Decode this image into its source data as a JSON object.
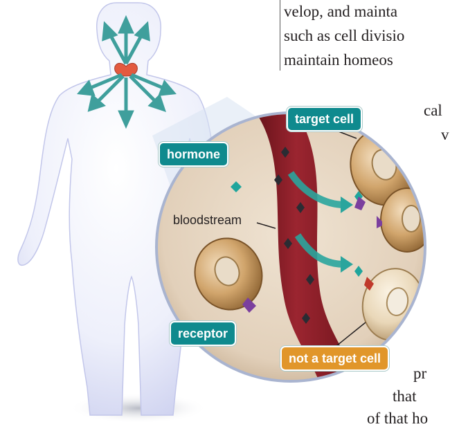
{
  "text_lines": [
    "velop, and mainta",
    "such as cell divisio",
    "maintain homeos",
    "cal",
    "v",
    "pr",
    "that",
    "of that ho"
  ],
  "labels": {
    "target_cell": "target cell",
    "hormone": "hormone",
    "bloodstream": "bloodstream",
    "receptor": "receptor",
    "not_target_cell": "not a target cell"
  },
  "colors": {
    "teal_tag": "#0f8a8e",
    "orange_tag": "#e1962a",
    "blood_vessel": "#8a1a22",
    "cell": "#c99a5e",
    "receptor": "#7b3f9e",
    "hormone": "#1fa59c"
  }
}
